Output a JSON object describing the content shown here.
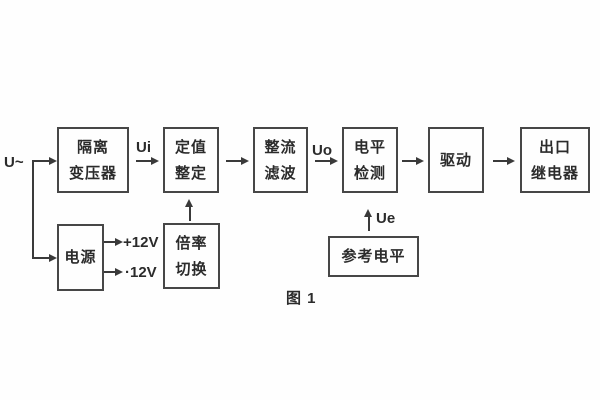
{
  "figure": {
    "caption": "图 1",
    "background": "#fefefe",
    "line_color": "#3a3a3a",
    "text_color": "#2b2b2b"
  },
  "labels": {
    "input": "U~",
    "ui": "Ui",
    "uo": "Uo",
    "ue": "Ue",
    "plus12v": "+12V",
    "minus12v": "·12V"
  },
  "blocks": {
    "isolation_transformer": {
      "line1": "隔离",
      "line2": "变压器"
    },
    "setpoint_adjust": {
      "line1": "定值",
      "line2": "整定"
    },
    "rectifier_filter": {
      "line1": "整流",
      "line2": "滤波"
    },
    "level_detect": {
      "line1": "电平",
      "line2": "检测"
    },
    "driver": {
      "line1": "驱动"
    },
    "output_relay": {
      "line1": "出口",
      "line2": "继电器"
    },
    "power_supply": {
      "line1": "电源"
    },
    "ratio_switch": {
      "line1": "倍率",
      "line2": "切换"
    },
    "reference_level": {
      "line1": "参考电平"
    }
  }
}
